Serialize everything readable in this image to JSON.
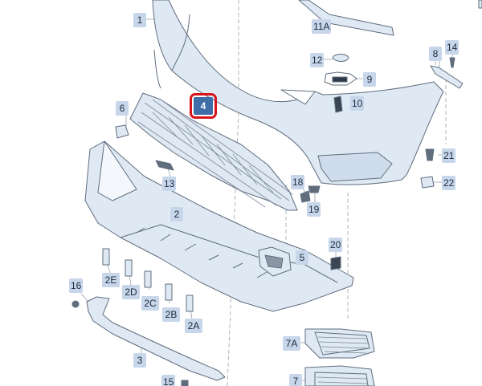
{
  "diagram": {
    "highlighted_part": "4",
    "colors": {
      "part_fill": "#dfe9f4",
      "part_stroke": "#5f6d7d",
      "label_bg": "#c7d6ea",
      "highlight_bg": "#3f6da8",
      "highlight_border": "#d8141b",
      "leader": "#9aa3ad"
    },
    "labels": {
      "p1": "1",
      "p2": "2",
      "p3": "3",
      "p4": "4",
      "p5": "5",
      "p6": "6",
      "p7": "7",
      "p7a": "7A",
      "p8": "8",
      "p9": "9",
      "p10": "10",
      "p11a": "11A",
      "p12": "12",
      "p13": "13",
      "p14": "14",
      "p15": "15",
      "p16": "16",
      "p18": "18",
      "p19": "19",
      "p20": "20",
      "p21": "21",
      "p22": "22",
      "p2a": "2A",
      "p2b": "2B",
      "p2c": "2C",
      "p2d": "2D",
      "p2e": "2E"
    }
  }
}
